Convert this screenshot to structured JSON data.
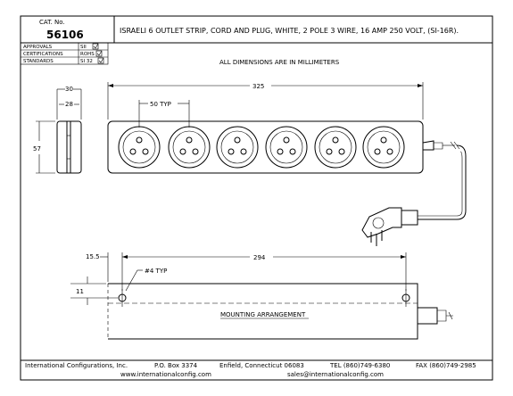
{
  "header": {
    "cat_label": "CAT. No.",
    "cat_number": "56106",
    "description": "ISRAELI 6 OUTLET STRIP, CORD AND PLUG, WHITE, 2 POLE 3 WIRE, 16 AMP 250 VOLT, (SI-16R).",
    "table": [
      {
        "label": "APPROVALS",
        "value": "SII"
      },
      {
        "label": "CERTIFICATIONS",
        "value": "ROHS"
      },
      {
        "label": "STANDARDS",
        "value": "SI 32"
      }
    ]
  },
  "note": "ALL DIMENSIONS ARE IN MILLIMETERS",
  "dimensions": {
    "overall_width": "325",
    "side_depth": "30",
    "side_inner": "28",
    "height": "57",
    "pitch": "50 TYP",
    "mount_offset": "15.5",
    "mount_spacing": "294",
    "hole": "#4 TYP",
    "mount_height": "11"
  },
  "mounting_label": "MOUNTING ARRANGEMENT",
  "outlets_count": 6,
  "footer": {
    "company": "International Configurations, Inc.",
    "po_box": "P.O. Box 3374",
    "city": "Enfield, Connecticut 06083",
    "tel": "TEL (860)749-6380",
    "fax": "FAX (860)749-2985",
    "web": "www.internationalconfig.com",
    "email": "sales@internationalconfig.com"
  }
}
